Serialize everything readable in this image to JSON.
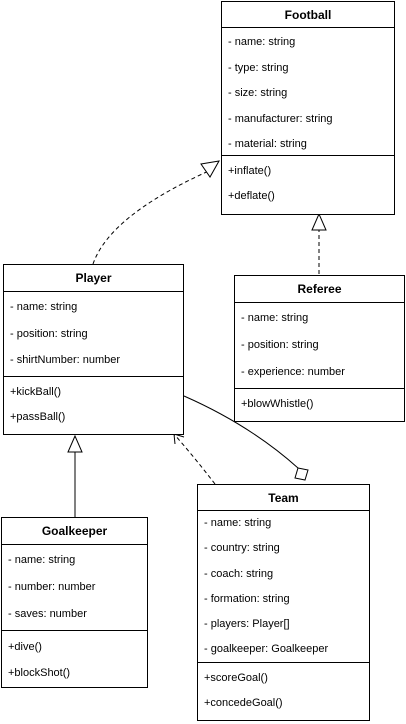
{
  "classes": {
    "football": {
      "name": "Football",
      "attributes": [
        "- name: string",
        "- type: string",
        "- size: string",
        "- manufacturer: string",
        "- material: string"
      ],
      "methods": [
        "+inflate()",
        "+deflate()"
      ]
    },
    "player": {
      "name": "Player",
      "attributes": [
        "- name: string",
        "- position: string",
        "- shirtNumber: number"
      ],
      "methods": [
        "+kickBall()",
        "+passBall()"
      ]
    },
    "referee": {
      "name": "Referee",
      "attributes": [
        "- name: string",
        "- position: string",
        "- experience: number"
      ],
      "methods": [
        "+blowWhistle()"
      ]
    },
    "goalkeeper": {
      "name": "Goalkeeper",
      "attributes": [
        "- name: string",
        "- number: number",
        "- saves: number"
      ],
      "methods": [
        "+dive()",
        "+blockShot()"
      ]
    },
    "team": {
      "name": "Team",
      "attributes": [
        "- name: string",
        "- country: string",
        "- coach: string",
        "- formation: string",
        "- players: Player[]",
        "- goalkeeper: Goalkeeper"
      ],
      "methods": [
        "+scoreGoal()",
        "+concedeGoal()"
      ]
    }
  },
  "relationships": [
    {
      "from": "player",
      "to": "football",
      "kind": "realization"
    },
    {
      "from": "referee",
      "to": "football",
      "kind": "realization"
    },
    {
      "from": "goalkeeper",
      "to": "player",
      "kind": "generalization"
    },
    {
      "from": "team",
      "to": "player",
      "kind": "dependency"
    },
    {
      "from": "team",
      "to": "player",
      "kind": "aggregation"
    }
  ]
}
